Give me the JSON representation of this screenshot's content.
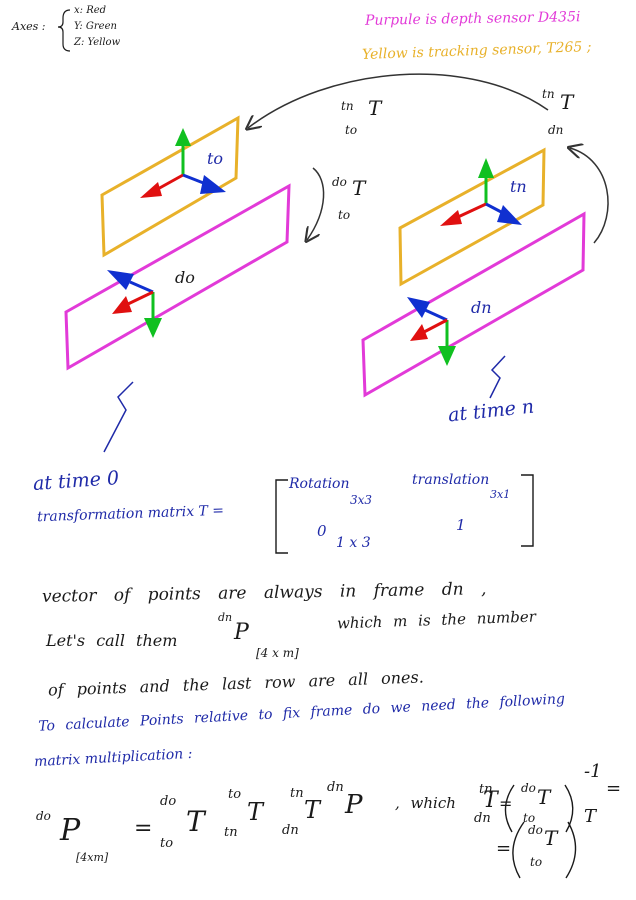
{
  "axes_legend": {
    "title": "Axes :",
    "x": "x: Red",
    "y": "Y: Green",
    "z": "Z: Yellow"
  },
  "sensors": {
    "purple_note": "Purpule is depth sensor D435i",
    "yellow_note": "Yellow is tracking sensor, T265 ;"
  },
  "diagram": {
    "frame_t0": "to",
    "frame_d0": "do",
    "frame_tn": "tn",
    "frame_dn": "dn",
    "top_transform": {
      "sup": "tn",
      "main": "T",
      "sub": "to"
    },
    "left_transform": {
      "sup": "do",
      "main": "T",
      "sub": "to"
    },
    "right_transform": {
      "sup": "tn",
      "main": "T",
      "sub": "dn"
    },
    "time0": "at time 0",
    "timen": "at time n",
    "colors": {
      "purple": "#e23ad8",
      "yellow": "#e8b12a",
      "red": "#e01010",
      "green": "#10c020",
      "blue": "#1030d0"
    }
  },
  "transformation": {
    "label": "transformation matrix T =",
    "rotation": "Rotation",
    "rotation_dim": "3x3",
    "translation": "translation",
    "translation_dim": "3x1",
    "zero": "0",
    "zero_dim": "1 x 3",
    "one": "1"
  },
  "notes": {
    "line1": "vector of points are always in frame dn ,",
    "line2a": "Let's call them",
    "line2_p_sup": "dn",
    "line2_p": "P",
    "line2_p_sub": "[4 x m]",
    "line2b": "which m is the number",
    "line3": "of points and the last row are all ones.",
    "line4": "To calculate Points relative to fix frame do we need the following",
    "line5": "matrix multiplication :"
  },
  "equation": {
    "lhs_sup": "do",
    "lhs": "P",
    "lhs_sub": "[4xm]",
    "eq": "=",
    "t1_sup": "do",
    "t1": "T",
    "t1_sub": "to",
    "t2_sup": "to",
    "t2": "T",
    "t2_sub": "tn",
    "t3_sup": "tn",
    "t3": "T",
    "t3_sub": "dn",
    "p_sup": "dn",
    "p": "P",
    "which": ", which",
    "r_sub": "dn",
    "r_T": "T",
    "r_sup": "tn",
    "r_eq": "=",
    "inv_sup": "do",
    "inv_T": "T",
    "inv_sub": "to",
    "inv_exp": "-1",
    "r_eq2": "=",
    "tr_eq": "=",
    "tr_sup": "do",
    "tr_T": "T",
    "tr_sub": "to",
    "tr_exp": "T"
  }
}
